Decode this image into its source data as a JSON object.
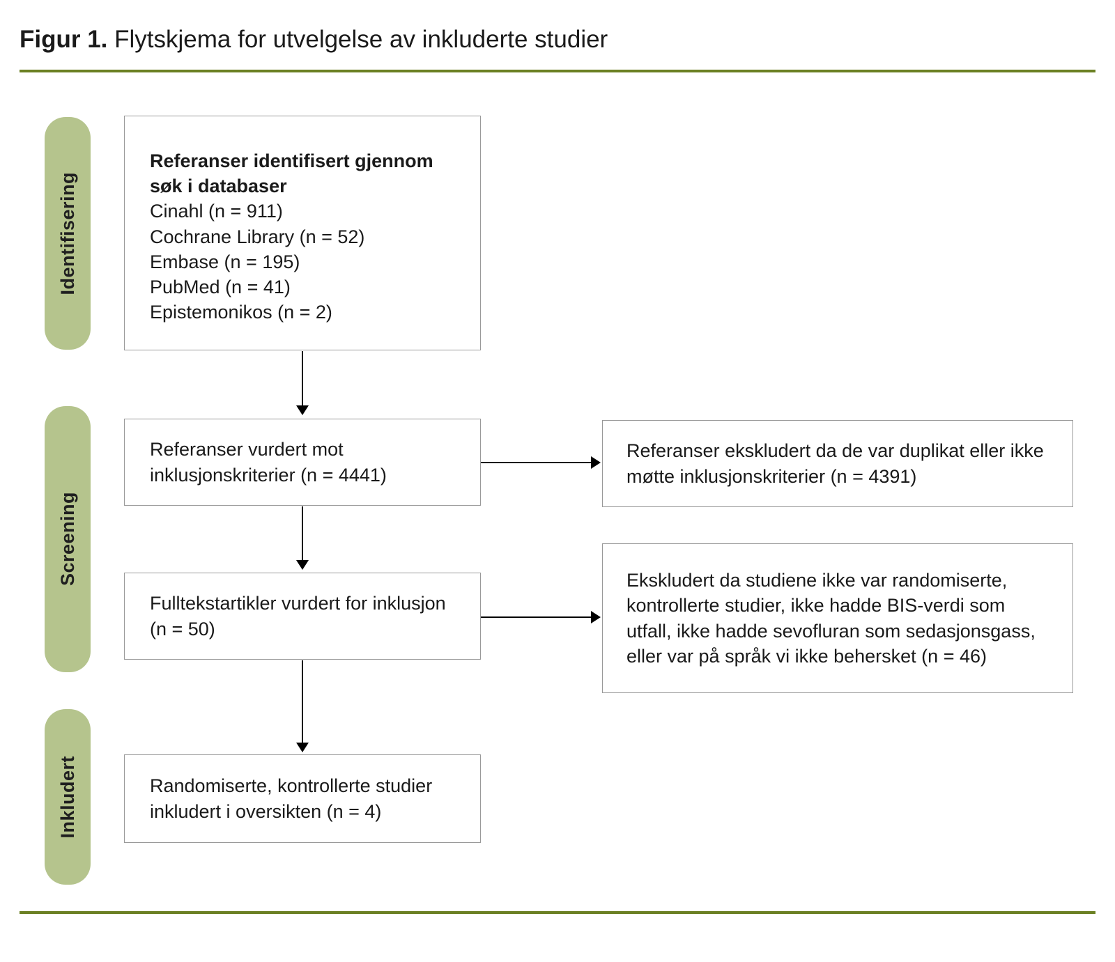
{
  "title": {
    "prefix": "Figur 1.",
    "text": " Flytskjema for utvelgelse av inkluderte studier"
  },
  "colors": {
    "accent_rule": "#6b8023",
    "stage_pill": "#b5c48d",
    "box_border": "#999999",
    "arrow": "#000000"
  },
  "stages": [
    {
      "label": "Identifisering"
    },
    {
      "label": "Screening"
    },
    {
      "label": "Inkludert"
    }
  ],
  "boxes": {
    "identified": {
      "heading": "Referanser identifisert gjennom søk i databaser",
      "lines": [
        "Cinahl (n = 911)",
        "Cochrane Library (n = 52)",
        "Embase (n = 195)",
        "PubMed (n = 41)",
        "Epistemonikos (n = 2)"
      ]
    },
    "screened": {
      "text": "Referanser vurdert mot inklusjonskriterier (n = 4441)"
    },
    "excluded_duplicates": {
      "text": "Referanser ekskludert da de var duplikat eller ikke møtte inklusjonskriterier (n = 4391)"
    },
    "fulltext": {
      "text": "Fulltekstartikler vurdert for inklusjon (n = 50)"
    },
    "excluded_fulltext": {
      "text": "Ekskludert da studiene ikke var randomiserte, kontrollerte studier, ikke hadde BIS-verdi som utfall, ikke hadde sevofluran som sedasjonsgass, eller var på språk vi ikke behersket (n = 46)"
    },
    "included": {
      "text": "Randomiserte, kontrollerte studier inkludert i oversikten (n = 4)"
    }
  }
}
